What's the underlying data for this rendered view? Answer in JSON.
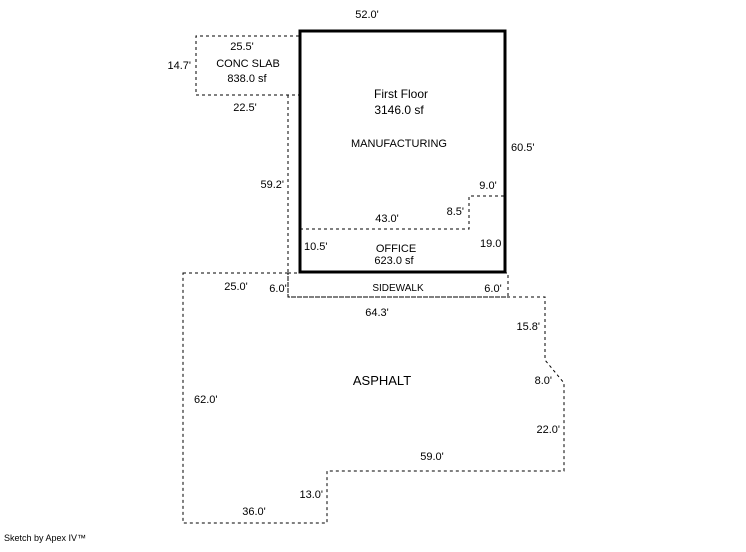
{
  "footer": {
    "credit": "Sketch by Apex IV™"
  },
  "building": {
    "name": "First Floor",
    "area": "3146.0 sf",
    "use": "MANUFACTURING",
    "dim_top": "52.0'",
    "dim_right": "60.5'"
  },
  "conc_slab": {
    "name": "CONC SLAB",
    "area": "838.0 sf",
    "dim_top": "25.5'",
    "dim_left": "14.7'",
    "dim_bottom": "22.5'",
    "dim_boundary_left": "59.2'"
  },
  "office": {
    "name": "OFFICE",
    "area": "623.0 sf",
    "dim_top": "43.0'",
    "dim_left": "10.5'",
    "dim_right": "19.0",
    "dim_step_vertical": "8.5'",
    "dim_step_top": "9.0'"
  },
  "sidewalk": {
    "name": "SIDEWALK",
    "dim_left": "6.0'",
    "dim_right": "6.0'",
    "dim_bottom": "64.3'"
  },
  "asphalt": {
    "name": "ASPHALT",
    "dim_top_left": "25.0'",
    "dim_right_upper": "15.8'",
    "dim_diagonal": "8.0'",
    "dim_right_lower": "22.0'",
    "dim_left": "62.0'",
    "dim_bottom_mid": "59.0'",
    "dim_step": "13.0'",
    "dim_bottom_left": "36.0'"
  }
}
